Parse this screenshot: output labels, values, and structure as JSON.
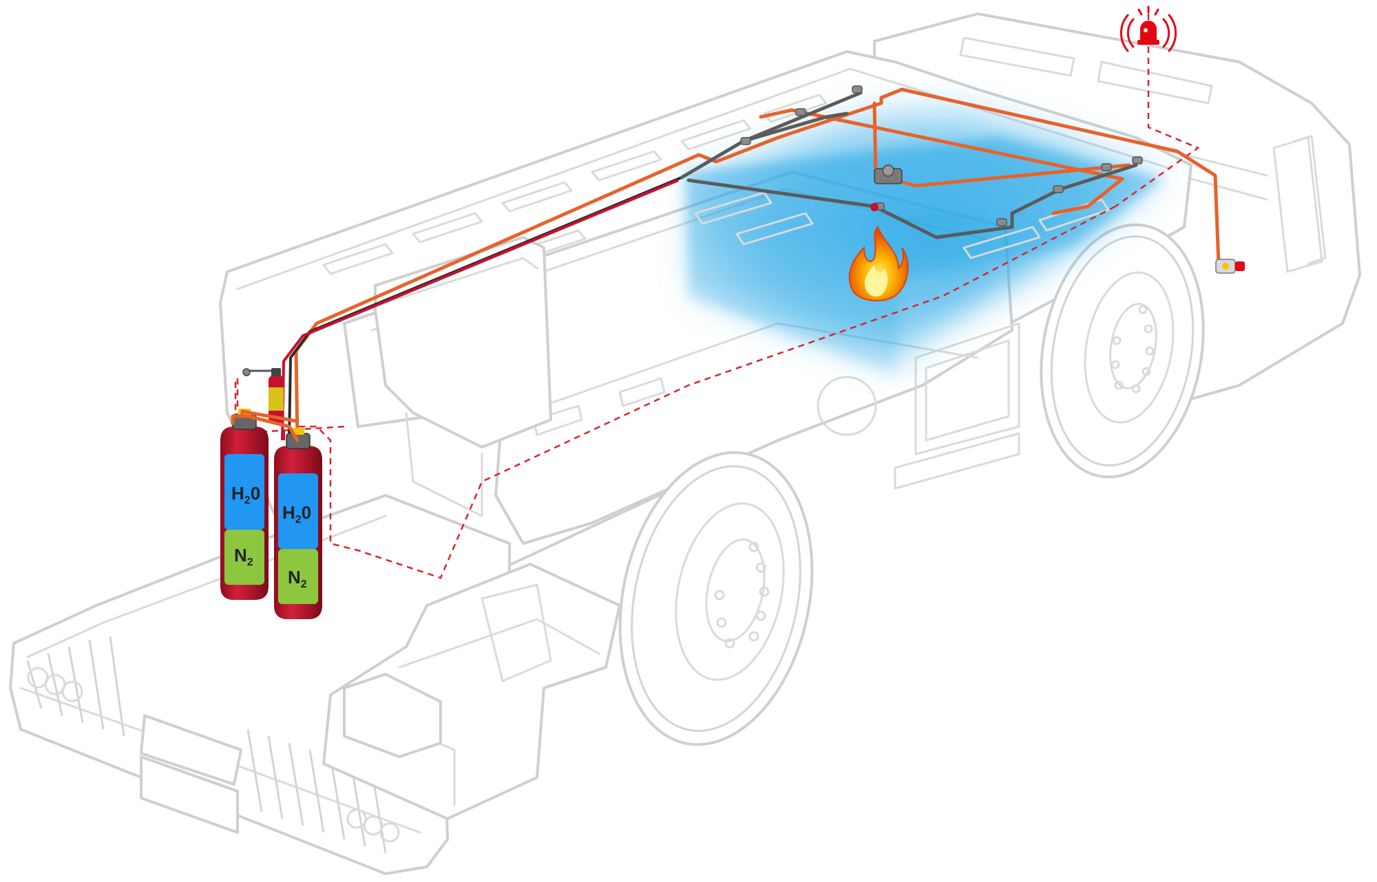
{
  "colors": {
    "outline": "#cfcfcf",
    "pipe_orange": "#e8622a",
    "pipe_dark": "#5b5b5b",
    "detection_dash": "#d9252a",
    "cylinder_red": "#c8102e",
    "water_zone": "#2196f3",
    "nitrogen_zone": "#8dc63f",
    "mist_blue": "#29a8e6",
    "alarm_red": "#e30613"
  },
  "cylinders": [
    {
      "water_label": "H",
      "water_sub": "2",
      "water_tail": "0",
      "gas_label": "N",
      "gas_sub": "2"
    },
    {
      "water_label": "H",
      "water_sub": "2",
      "water_tail": "0",
      "gas_label": "N",
      "gas_sub": "2"
    }
  ],
  "icons": {
    "alarm": "alarm-beacon-icon",
    "fire": "fire-icon",
    "extinguisher": "extinguisher-icon"
  }
}
